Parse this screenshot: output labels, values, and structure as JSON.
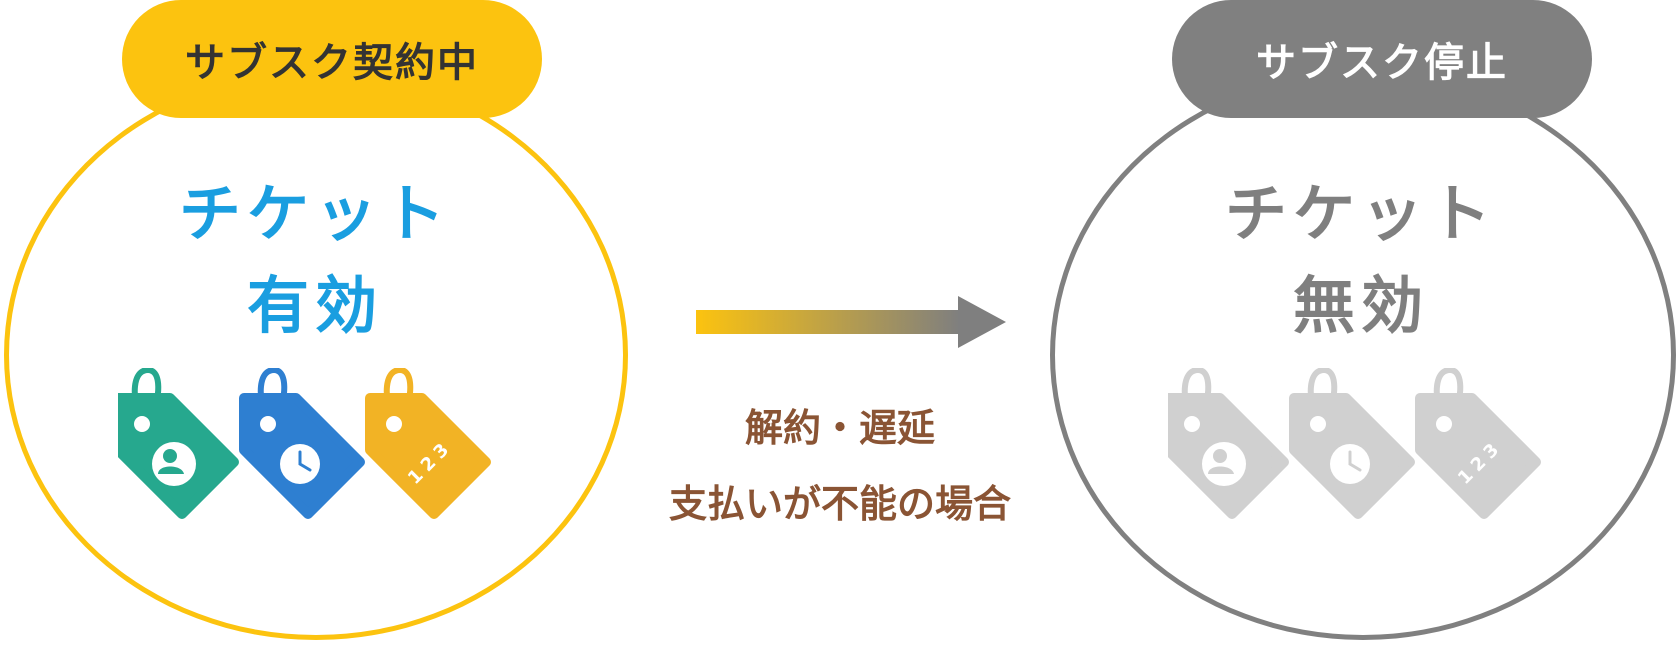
{
  "active": {
    "badge": "サブスク契約中",
    "line1": "チケット",
    "line2": "有効",
    "colors": {
      "accent": "#fcc30f",
      "text": "#1a9ee0"
    }
  },
  "stopped": {
    "badge": "サブスク停止",
    "line1": "チケット",
    "line2": "無効",
    "colors": {
      "accent": "#808080",
      "text": "#7f7f7f"
    }
  },
  "transition": {
    "line1": "解約・遅延",
    "line2": "支払いが不能の場合"
  },
  "tags": {
    "active": [
      {
        "icon": "person-icon",
        "color": "#26a88e"
      },
      {
        "icon": "clock-icon",
        "color": "#2e7fd1"
      },
      {
        "icon": "number-icon",
        "color": "#f2b325",
        "numbers": [
          "1",
          "2",
          "3"
        ]
      }
    ],
    "stopped": [
      {
        "icon": "person-icon",
        "color": "#d0d0d0"
      },
      {
        "icon": "clock-icon",
        "color": "#d0d0d0"
      },
      {
        "icon": "number-icon",
        "color": "#d0d0d0",
        "numbers": [
          "1",
          "2",
          "3"
        ]
      }
    ]
  }
}
